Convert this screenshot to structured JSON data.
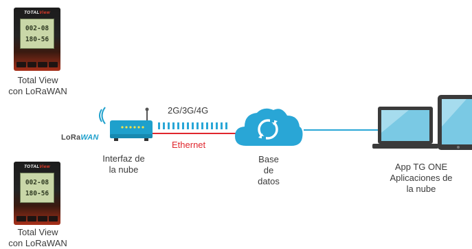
{
  "devices": [
    {
      "brand_a": "TOTAL",
      "brand_b": "View",
      "line1": "002-08",
      "line2": "180-56",
      "caption_line1": "Total View",
      "caption_line2": "con LoRaWAN"
    },
    {
      "brand_a": "TOTAL",
      "brand_b": "View",
      "line1": "002-08",
      "line2": "180-56",
      "caption_line1": "Total View",
      "caption_line2": "con LoRaWAN"
    }
  ],
  "lorawan_logo": {
    "part1": "LoRa",
    "part2": "WAN"
  },
  "gateway": {
    "caption_line1": "Interfaz de",
    "caption_line2": "la nube"
  },
  "links": {
    "cellular": "2G/3G/4G",
    "ethernet": "Ethernet"
  },
  "cloud": {
    "caption_line1": "Base",
    "caption_line2": "de",
    "caption_line3": "datos"
  },
  "apps": {
    "caption_line1": "App TG ONE",
    "caption_line2": "Aplicaciones de",
    "caption_line3": "la nube"
  },
  "colors": {
    "accent": "#1ea0cc",
    "ethernet": "#e0262d",
    "cloud": "#29a6d6",
    "device_red": "#e33c2a"
  }
}
